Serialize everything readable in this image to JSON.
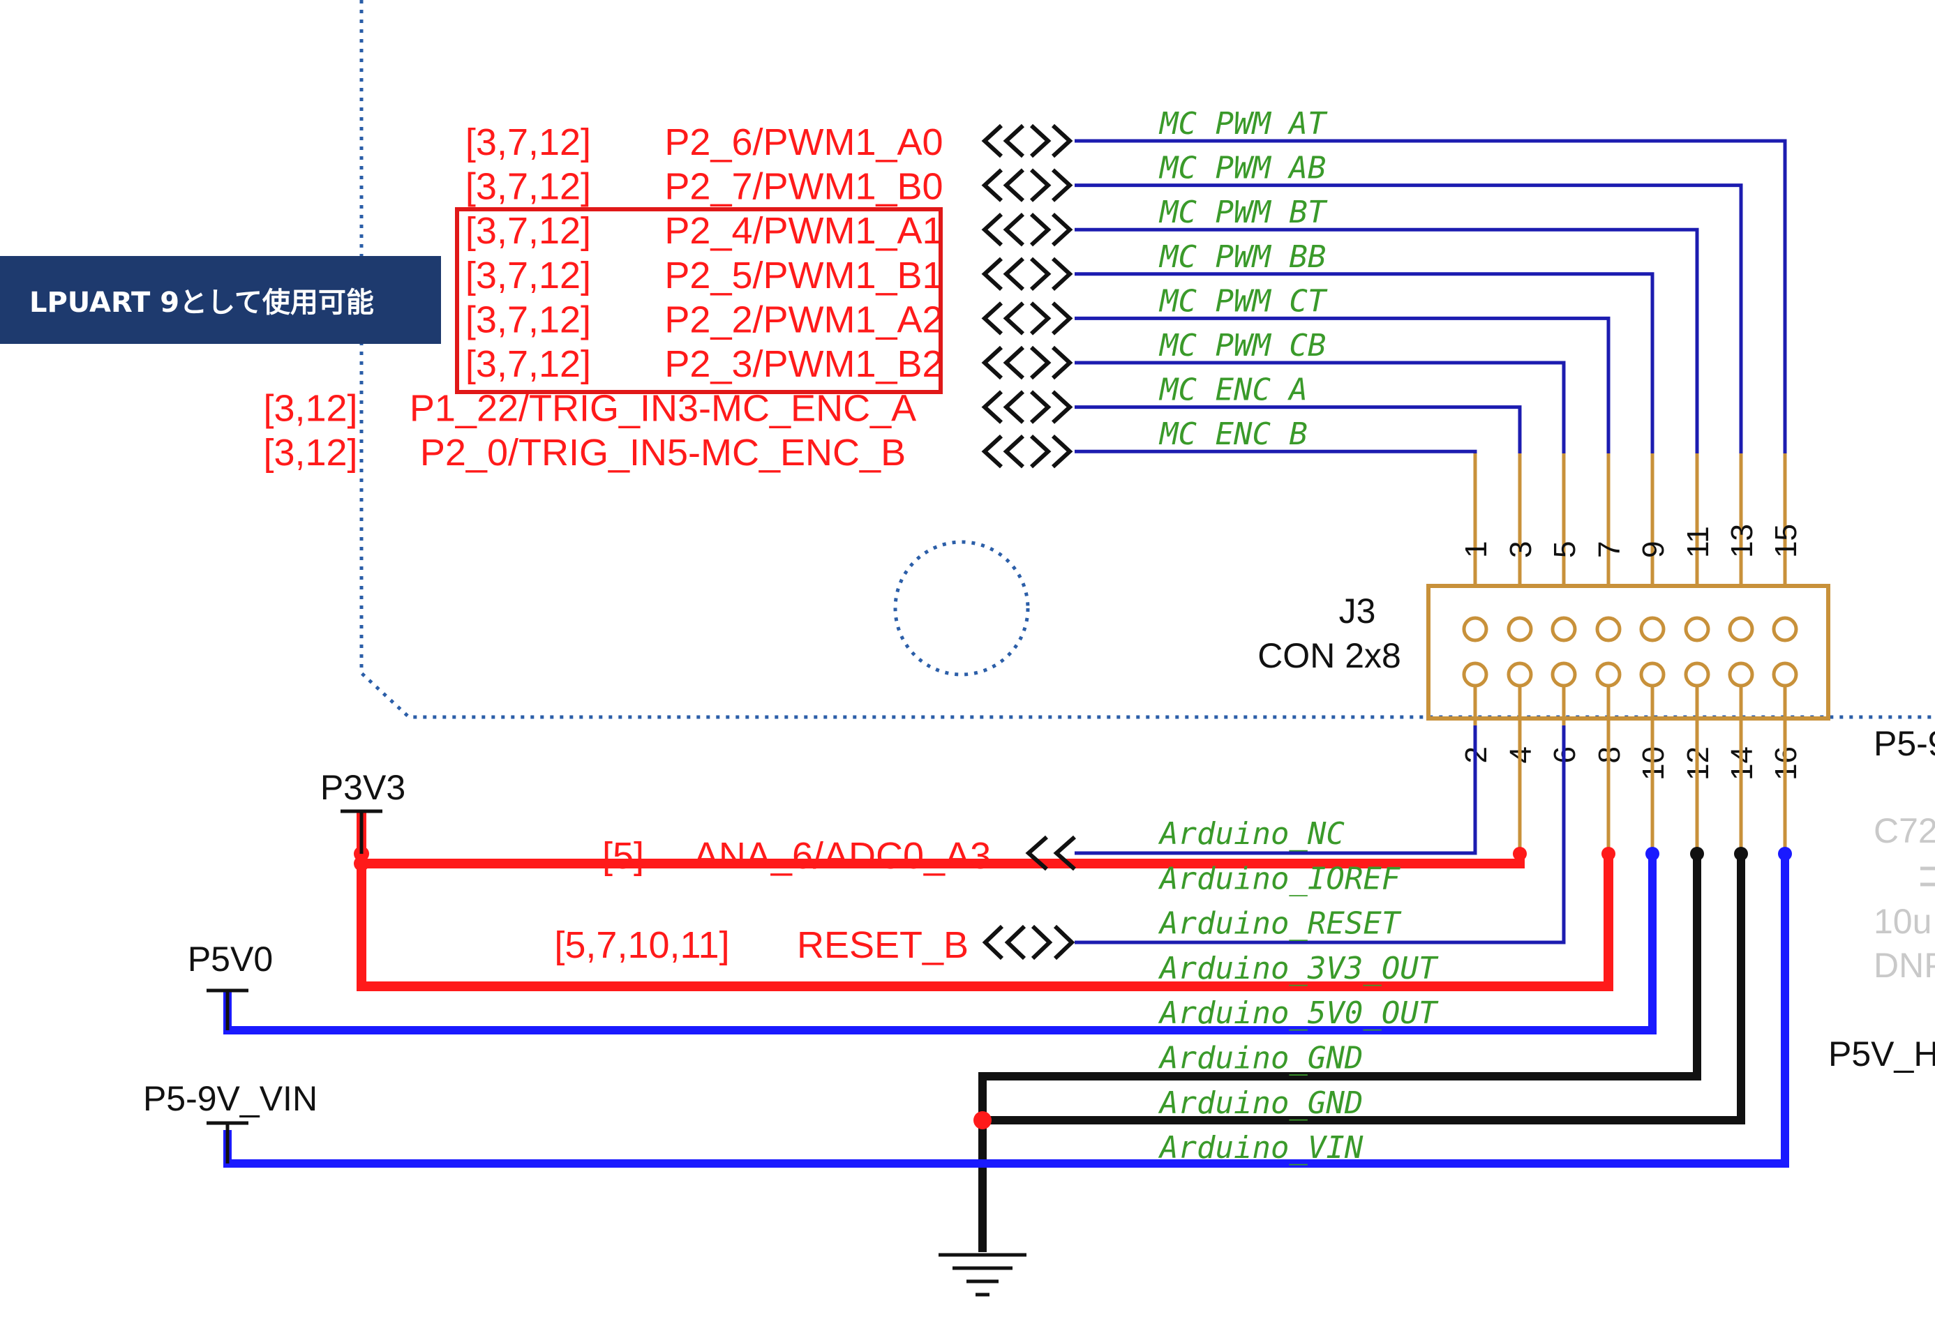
{
  "callout": {
    "text": "LPUART 9として使用可能"
  },
  "colors": {
    "net_red": "#ff1a1a",
    "net_blue": "#1a1aff",
    "wire_navy": "#1c1cb0",
    "pin_gold": "#c8913a",
    "net_label_green": "#3a9a2a",
    "dotted_outline": "#2b5ea8",
    "callout_bg": "#1e3a6e"
  },
  "upper_signals": [
    {
      "ref": "[3,7,12]",
      "pin": "P2_6/PWM1_A0",
      "net": "MC_PWM_AT",
      "highlighted": false
    },
    {
      "ref": "[3,7,12]",
      "pin": "P2_7/PWM1_B0",
      "net": "MC_PWM_AB",
      "highlighted": false
    },
    {
      "ref": "[3,7,12]",
      "pin": "P2_4/PWM1_A1",
      "net": "MC_PWM_BT",
      "highlighted": true
    },
    {
      "ref": "[3,7,12]",
      "pin": "P2_5/PWM1_B1",
      "net": "MC_PWM_BB",
      "highlighted": true
    },
    {
      "ref": "[3,7,12]",
      "pin": "P2_2/PWM1_A2",
      "net": "MC_PWM_CT",
      "highlighted": true
    },
    {
      "ref": "[3,7,12]",
      "pin": "P2_3/PWM1_B2",
      "net": "MC_PWM_CB",
      "highlighted": true
    },
    {
      "ref": "[3,12]",
      "pin": "P1_22/TRIG_IN3-MC_ENC_A",
      "net": "MC_ENC_A",
      "highlighted": false
    },
    {
      "ref": "[3,12]",
      "pin": "P2_0/TRIG_IN5-MC_ENC_B",
      "net": "MC_ENC_B",
      "highlighted": false
    }
  ],
  "connector": {
    "ref": "J3",
    "type": "CON 2x8",
    "odd_pins": [
      "1",
      "3",
      "5",
      "7",
      "9",
      "11",
      "13",
      "15"
    ],
    "even_pins": [
      "2",
      "4",
      "6",
      "8",
      "10",
      "12",
      "14",
      "16"
    ]
  },
  "lower_nets": [
    "Arduino_NC",
    "Arduino_IOREF",
    "Arduino_RESET",
    "Arduino_3V3_OUT",
    "Arduino_5V0_OUT",
    "Arduino_GND",
    "Arduino_GND",
    "Arduino_VIN"
  ],
  "lower_signals": [
    {
      "ref": "[5]",
      "pin": "ANA_6/ADC0_A3"
    },
    {
      "ref": "[5,7,10,11]",
      "pin": "RESET_B"
    }
  ],
  "power_rails": [
    "P3V3",
    "P5V0",
    "P5-9V_VIN"
  ],
  "right_edge_text": {
    "top": "P5-9",
    "component": "C72",
    "value": "10u",
    "dnp": "DNP",
    "bottom": "P5V_H"
  }
}
